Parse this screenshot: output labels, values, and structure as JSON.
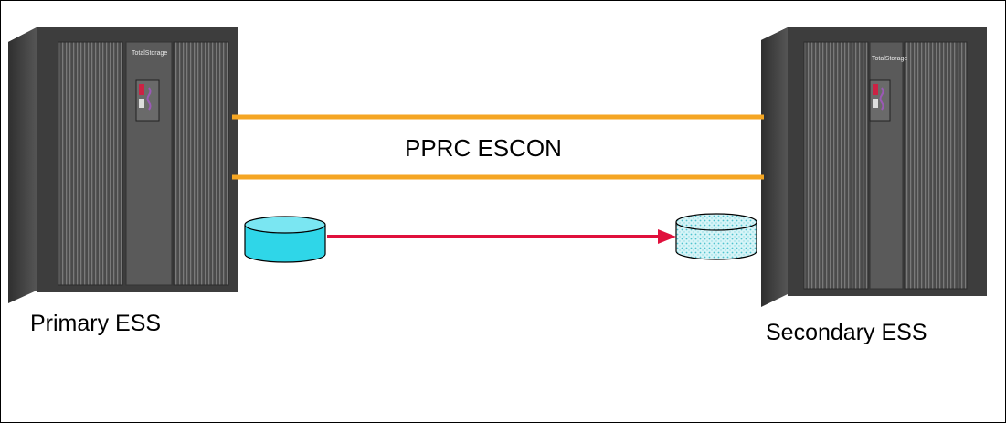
{
  "title": "",
  "primary": {
    "label": "Primary ESS",
    "badge": "TotalStorage"
  },
  "secondary": {
    "label": "Secondary ESS",
    "badge": "TotalStorage"
  },
  "link": {
    "label": "PPRC ESCON"
  },
  "colors": {
    "link_lines": "#f5a623",
    "copy_arrow": "#e0103c",
    "primary_volume": "#2fd6e8",
    "secondary_volume": "#c8f0f4",
    "cabinet": "#4a4a4a"
  },
  "icons": [
    "storage-cabinet-icon",
    "disk-volume-icon",
    "arrow-right-icon"
  ]
}
